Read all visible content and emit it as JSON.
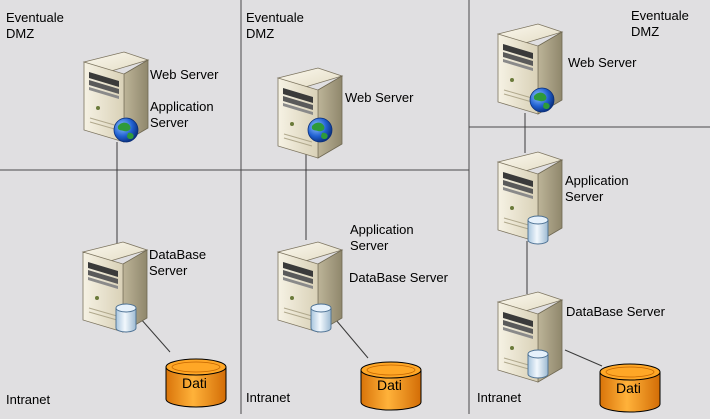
{
  "labels": {
    "dmz_1": "Eventuale\nDMZ",
    "dmz_2": "Eventuale\nDMZ",
    "dmz_3": "Eventuale\nDMZ",
    "intranet_1": "Intranet",
    "intranet_2": "Intranet",
    "intranet_3": "Intranet",
    "web_server_1": "Web Server",
    "application_server_1": "Application\nServer",
    "database_server_1": "DataBase\nServer",
    "dati_1": "Dati",
    "web_server_2": "Web Server",
    "application_server_2": "Application\nServer",
    "database_server_2": "DataBase Server",
    "dati_2": "Dati",
    "web_server_3": "Web Server",
    "application_server_3": "Application\nServer",
    "database_server_3": "DataBase Server",
    "dati_3": "Dati"
  },
  "colors": {
    "background": "#e0dfe1",
    "zone_line": "#4a4a4a",
    "server_body": "#e8e2cc",
    "server_side": "#b8b096",
    "globe_blue": "#1f5fd0",
    "globe_green": "#2e9a3a",
    "cylinder_blue": "#cfe4f5",
    "dati_orange": "#f39a1a"
  }
}
